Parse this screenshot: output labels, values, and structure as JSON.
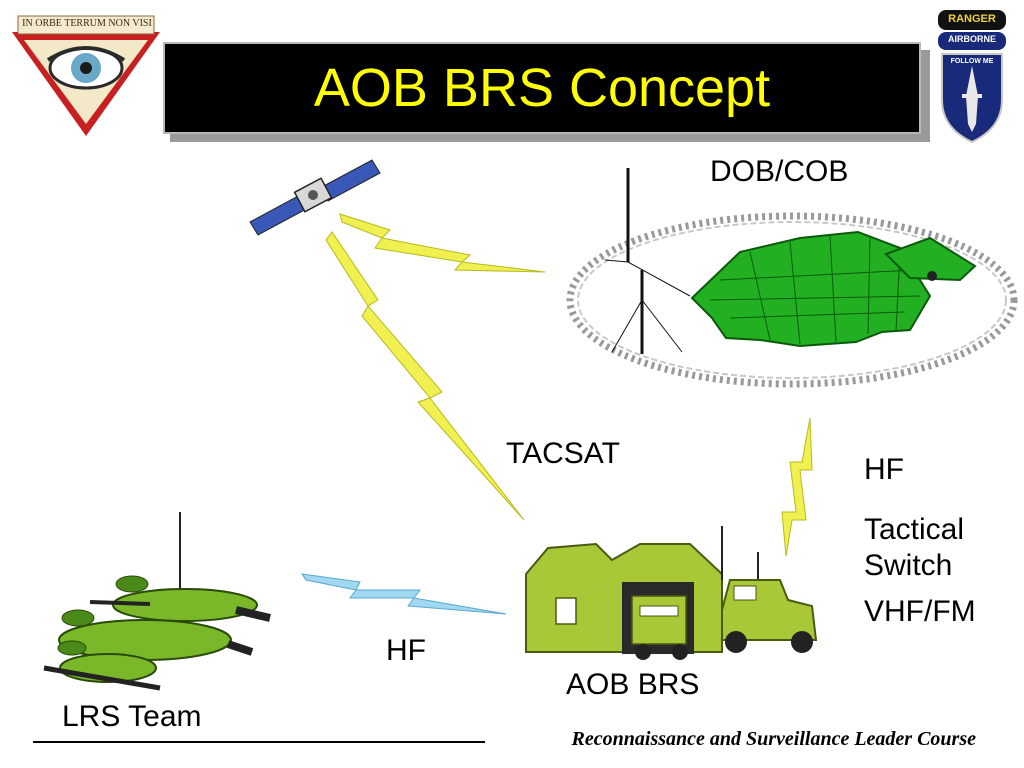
{
  "slide": {
    "title": "AOB BRS Concept",
    "footer": "Reconnaissance and Surveillance Leader Course"
  },
  "left_logo": {
    "motto": "IN ORBE TERRUM NON VISI",
    "icon": "eye-globe-triangle-emblem"
  },
  "right_logo": {
    "tab_top": "RANGER",
    "tab_middle": "AIRBORNE",
    "shield_text": "FOLLOW ME",
    "icon": "infantry-school-shield"
  },
  "nodes": {
    "dob_cob": "DOB/COB",
    "aob_brs": "AOB BRS",
    "lrs_team": "LRS Team"
  },
  "links": {
    "tacsat": "TACSAT",
    "hf_left": "HF",
    "right_comms": {
      "hf": "HF",
      "tactical_switch_line1": "Tactical",
      "tactical_switch_line2": "Switch",
      "vhf_fm": "VHF/FM"
    }
  },
  "colors": {
    "title_bg": "#000000",
    "title_text": "#ffff00",
    "lightning_sat": "#f0f050",
    "lightning_hf": "#9fd8f0",
    "tent_green": "#22b022",
    "vehicle_olive": "#a8c838"
  }
}
